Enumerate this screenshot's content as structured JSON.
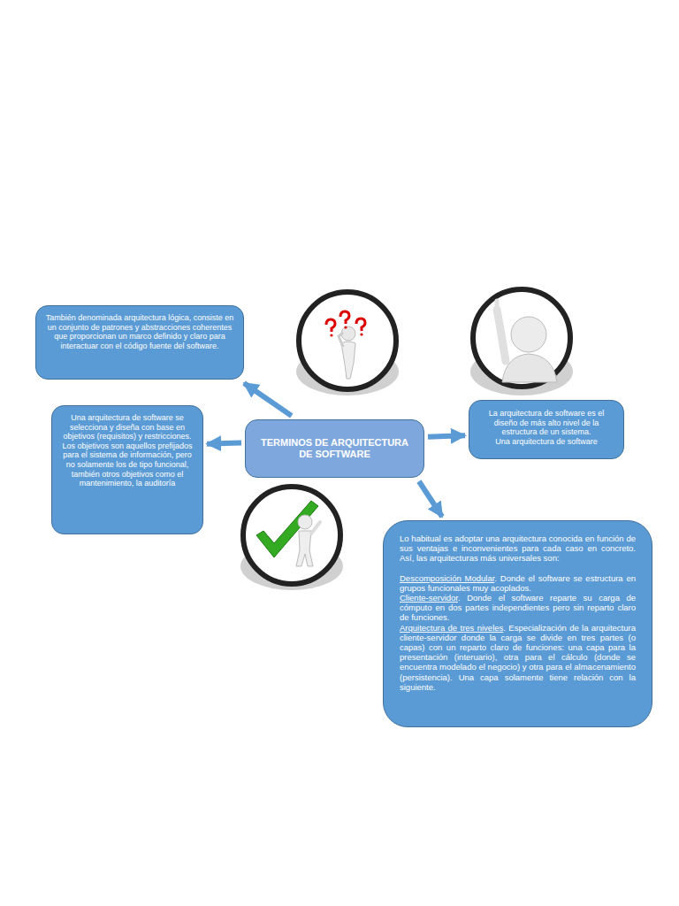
{
  "diagram": {
    "nodes": [
      {
        "text": [
          "TERMINOS DE ARQUITECTURA DE SOFTWARE"
        ]
      },
      {
        "text": [
          "También denominada arquitectura lógica, consiste en un conjunto de patrones y abstracciones coherentes que proporcionan un marco definido y claro para interactuar con el código fuente del software."
        ]
      },
      {
        "text": [
          "Una arquitectura de software se selecciona y diseña con base en objetivos (requisitos) y restricciones. Los objetivos son aquellos prefijados para el sistema de información, pero no solamente los de tipo funcional, también otros objetivos como el mantenimiento, la auditoría"
        ]
      },
      {
        "text": [
          "La arquitectura de software es el diseño de más alto nivel de la estructura de un sistema.",
          "Una arquitectura de software"
        ]
      },
      {
        "text": [
          "Lo habitual es adoptar una arquitectura conocida en función de sus ventajas e inconvenientes para cada caso en concreto. Así, las arquitecturas más universales son:",
          "Descomposición Modular",
          ". Donde el software se estructura en grupos funcionales muy acoplados.",
          "Cliente-servidor",
          ". Donde el software reparte su carga de cómputo en dos partes independientes pero sin reparto claro de funciones.",
          "Arquitectura de tres niveles",
          ". Especialización de la arquitectura cliente-servidor donde la carga se divide en tres partes (o capas) con un reparto claro de funciones: una capa para la presentación (interuario), otra para el cálculo (donde se encuentra modelado el negocio) y otra para el almacenamiento (persistencia). Una capa solamente tiene relación con la siguiente."
        ]
      }
    ],
    "edges": [
      {
        "from": 0,
        "to": 1,
        "arrow": "to"
      },
      {
        "from": 0,
        "to": 2,
        "arrow": "to"
      },
      {
        "from": 0,
        "to": 3,
        "arrow": "to"
      },
      {
        "from": 0,
        "to": 4,
        "arrow": "to"
      }
    ]
  }
}
